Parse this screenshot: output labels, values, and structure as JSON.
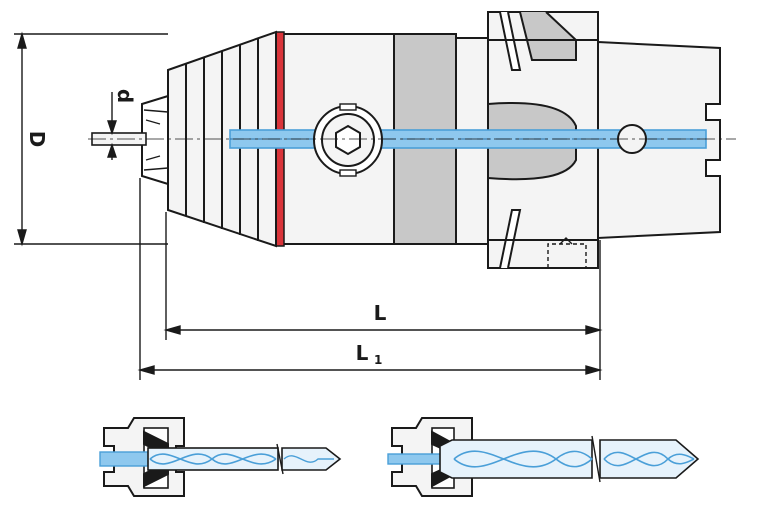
{
  "labels": {
    "diameter": "D",
    "shank_diameter": "d",
    "length": "L",
    "length_total_base": "L",
    "length_total_sub": "1"
  },
  "colors": {
    "outline": "#1a1a1a",
    "body_fill": "#f4f4f4",
    "shade": "#c8c8c8",
    "coolant": "#8ec8ee",
    "coolant_edge": "#4a9fd8",
    "ring": "#d9343a"
  }
}
